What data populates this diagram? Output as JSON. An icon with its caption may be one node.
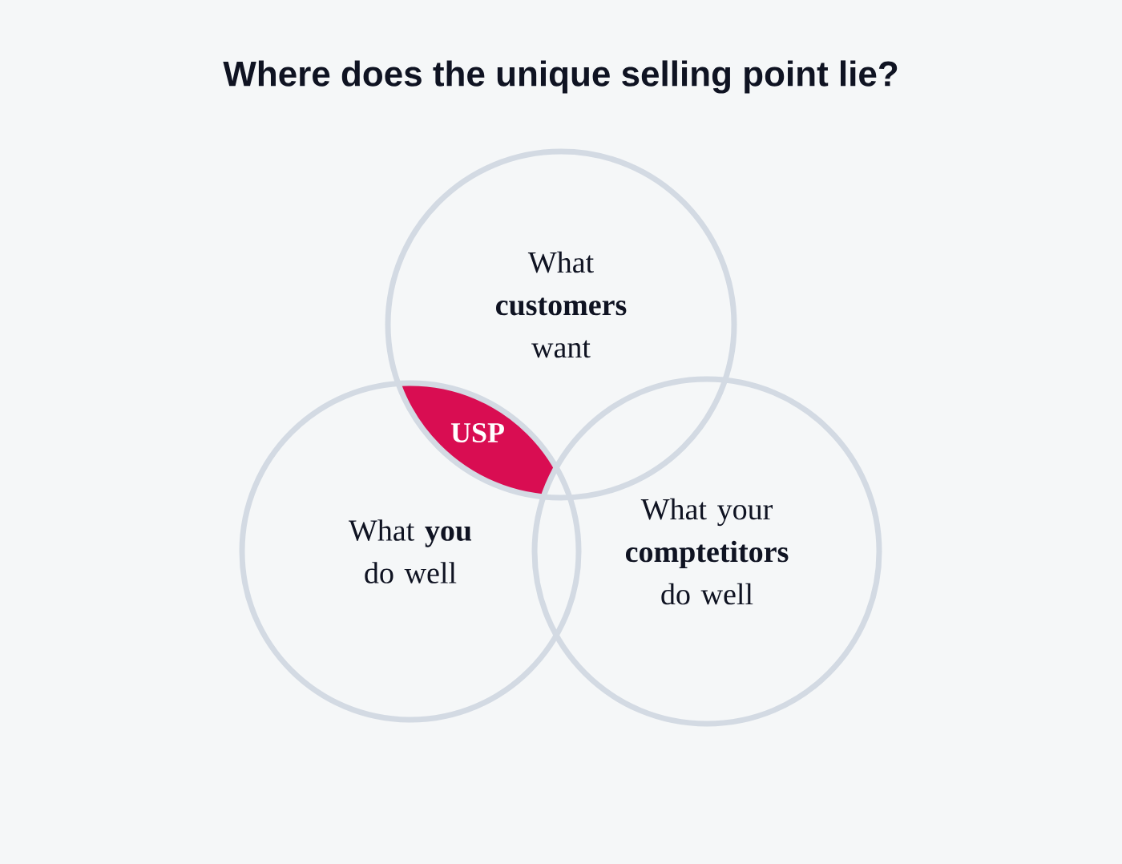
{
  "diagram": {
    "title": "Where does the unique selling point lie?",
    "nodes": [
      {
        "text": [
          "What **customers** want"
        ]
      },
      {
        "text": [
          "USP"
        ]
      },
      {
        "text": [
          "What **you** do well"
        ]
      },
      {
        "text": [
          "What your **comptetitors** do well"
        ]
      }
    ]
  }
}
